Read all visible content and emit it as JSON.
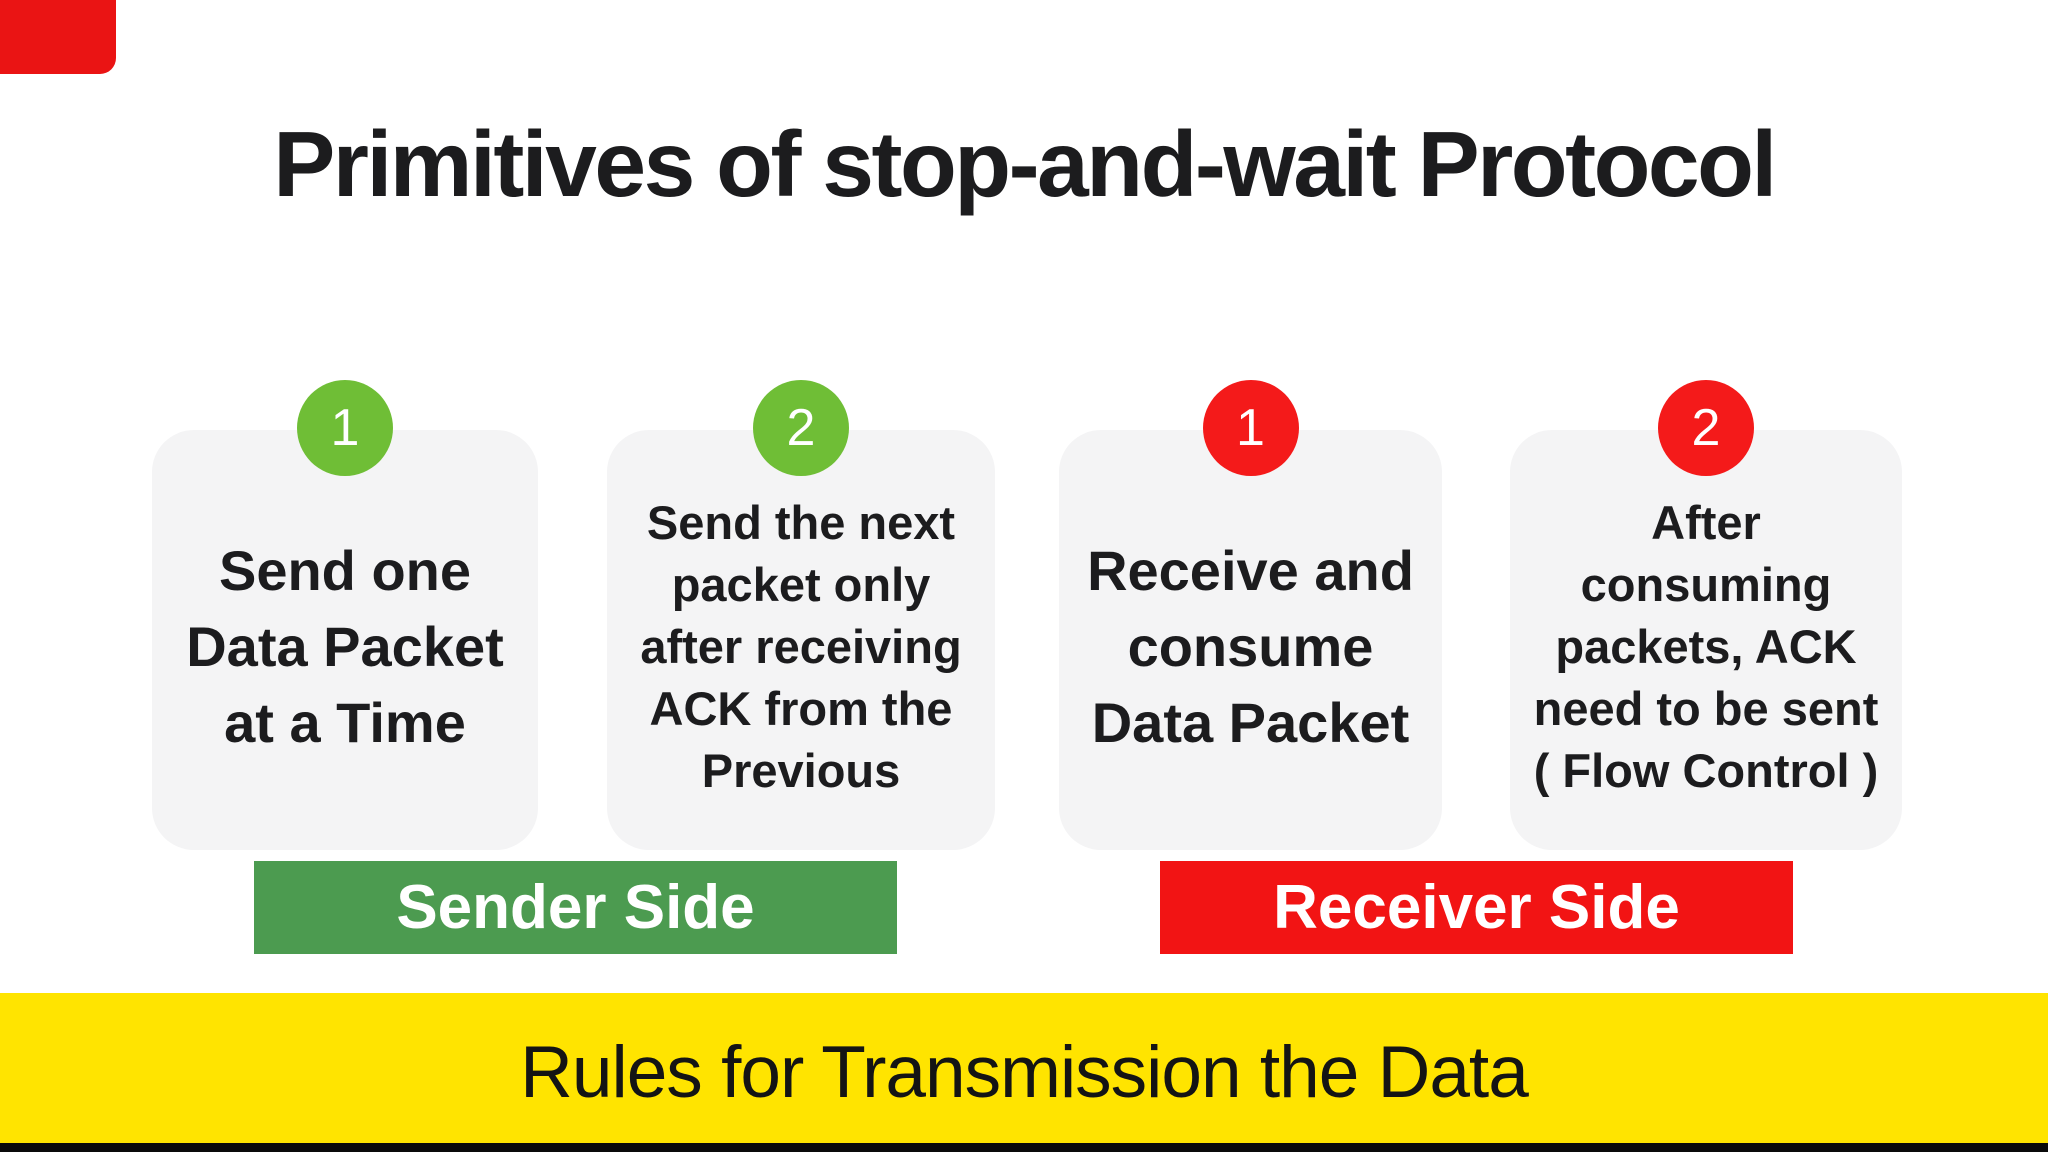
{
  "title": "Primitives of stop-and-wait Protocol",
  "cards": [
    {
      "number": "1",
      "side": "sender",
      "text": "Send one\nData Packet\nat a Time"
    },
    {
      "number": "2",
      "side": "sender",
      "text": "Send the next\npacket only\nafter receiving\nACK from the\nPrevious"
    },
    {
      "number": "1",
      "side": "receiver",
      "text": "Receive and\nconsume\nData Packet"
    },
    {
      "number": "2",
      "side": "receiver",
      "text": "After\nconsuming\npackets, ACK\nneed to be sent\n( Flow Control )"
    }
  ],
  "banners": {
    "sender": "Sender Side",
    "receiver": "Receiver Side"
  },
  "footer": {
    "label": "Rules for Transmission the Data"
  },
  "colors": {
    "sender_circle": "#6FBE36",
    "sender_banner": "#4C9B50",
    "receiver_circle": "#F41A1A",
    "receiver_banner": "#F21414",
    "footer_bg": "#FFE400",
    "card_bg": "#F4F4F5",
    "text": "#1C1C1E",
    "corner_badge": "#EA1414",
    "bottom_bar": "#0A0A0A"
  }
}
